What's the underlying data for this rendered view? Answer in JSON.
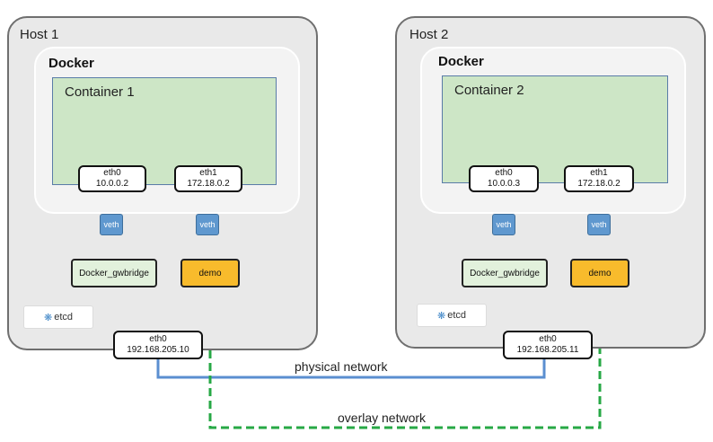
{
  "hosts": [
    {
      "title": "Host 1",
      "docker_title": "Docker",
      "container_title": "Container 1",
      "eth0": {
        "name": "eth0",
        "ip": "10.0.0.2"
      },
      "eth1": {
        "name": "eth1",
        "ip": "172.18.0.2"
      },
      "veth_label": "veth",
      "bridge_label": "Docker_gwbridge",
      "demo_label": "demo",
      "etcd_label": "etcd",
      "nic": {
        "name": "eth0",
        "ip": "192.168.205.10"
      }
    },
    {
      "title": "Host 2",
      "docker_title": "Docker",
      "container_title": "Container 2",
      "eth0": {
        "name": "eth0",
        "ip": "10.0.0.3"
      },
      "eth1": {
        "name": "eth1",
        "ip": "172.18.0.2"
      },
      "veth_label": "veth",
      "bridge_label": "Docker_gwbridge",
      "demo_label": "demo",
      "etcd_label": "etcd",
      "nic": {
        "name": "eth0",
        "ip": "192.168.205.11"
      }
    }
  ],
  "networks": {
    "physical": "physical network",
    "overlay": "overlay network"
  },
  "colors": {
    "physical_line": "#5b8fd0",
    "overlay_line": "#27a845",
    "thin_link": "#7aa6d6"
  }
}
